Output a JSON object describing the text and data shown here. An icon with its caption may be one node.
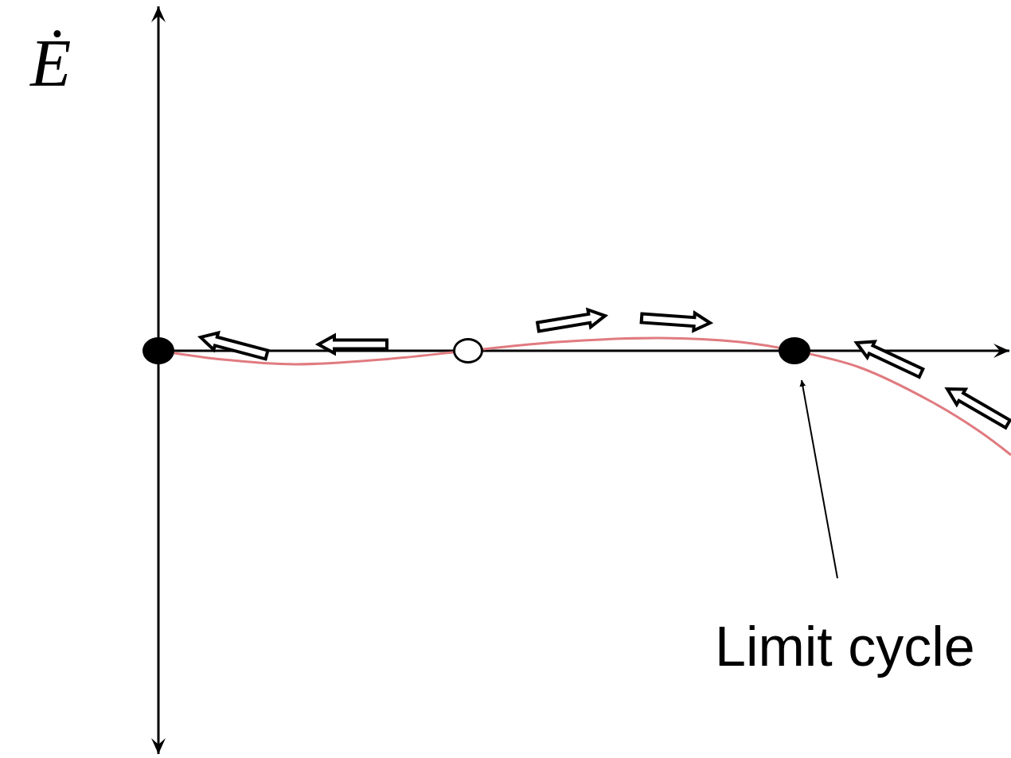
{
  "diagram": {
    "nodes": [
      {
        "text": [],
        "shape": "circle"
      },
      {
        "text": [],
        "shape": "circle"
      },
      {
        "text": [],
        "shape": "circle"
      },
      {
        "text": [
          "Limit cycle"
        ]
      }
    ],
    "edges": [
      {
        "from": 3,
        "to": 2,
        "arrow": "to"
      }
    ],
    "labels": [
      "Ė"
    ]
  }
}
